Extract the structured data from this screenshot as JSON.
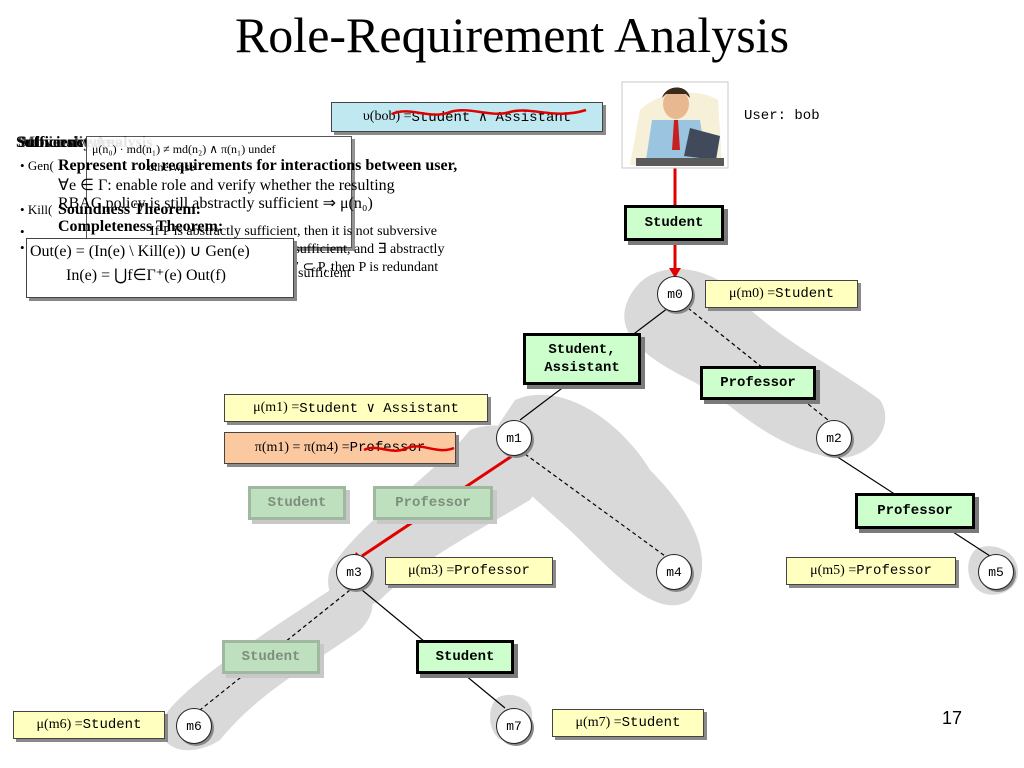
{
  "slide": {
    "title": "Role-Requirement Analysis",
    "page_number": "17",
    "user_label": "User: bob"
  },
  "annotations": {
    "upsilon": {
      "prefix": "υ(bob) = ",
      "value": "Student ∧ Assistant"
    },
    "mu_m0": {
      "prefix": "μ(m0) = ",
      "value": "Student"
    },
    "mu_m1": {
      "prefix": "μ(m1) = ",
      "value": "Student ∨ Assistant"
    },
    "pi_m1": {
      "prefix": "π(m1) = π(m4) = ",
      "value": "Professor"
    },
    "mu_m3": {
      "prefix": "μ(m3) = ",
      "value": "Professor"
    },
    "mu_m5": {
      "prefix": "μ(m5) = ",
      "value": "Professor"
    },
    "mu_m6": {
      "prefix": "μ(m6) = ",
      "value": "Student"
    },
    "mu_m7": {
      "prefix": "μ(m7) = ",
      "value": "Student"
    }
  },
  "roles": {
    "student_top": "Student",
    "student_assistant": "Student,\nAssistant",
    "professor_right": "Professor",
    "professor_m2": "Professor",
    "student_faded": "Student",
    "professor_faded": "Professor",
    "student_faded_2": "Student",
    "student_m7": "Student"
  },
  "nodes": [
    "m0",
    "m1",
    "m2",
    "m3",
    "m4",
    "m5",
    "m6",
    "m7"
  ],
  "overlay_text": {
    "heading_a": "Sufficiency Analysis",
    "heading_b": "Subversiveness",
    "heading_c": "Minimality",
    "gen_label": "Gen(",
    "kill_label": "Kill(",
    "line1": "Represent role requirements for interactions between user,",
    "line2": "∀e ∈ Γ: enable role and verify whether the resulting",
    "line3": "RBAC policy is still abstractly sufficient ⇒ μ(n₀)",
    "soundness": "Soundness Theorem:",
    "completeness": "Completeness Theorem:",
    "line4": "If P is abstractly sufficient, then it is not subversive",
    "line5": "If P is abstractly sufficient, and ∃ abstractly",
    "line6": "sufficient P′ ⊂ P, then P is redundant",
    "line7": "sufficient",
    "otherwise": "otherwise",
    "formula_top": "μ(n₀) · md(n₁) ≠ md(n₂) ∧ π(n₁) undef",
    "out_formula": "Out(e) = (In(e) \\ Kill(e)) ∪ Gen(e)",
    "in_formula": "In(e) = ⋃f∈Γ⁺(e) Out(f)"
  },
  "colors": {
    "annotation_yellow": "#ffffc0",
    "annotation_cyan": "#bfe8f0",
    "annotation_orange": "#fbc8a0",
    "role_green": "#ccffcc",
    "highlight_red": "#e00000",
    "region_gray": "#d9d9d9"
  }
}
